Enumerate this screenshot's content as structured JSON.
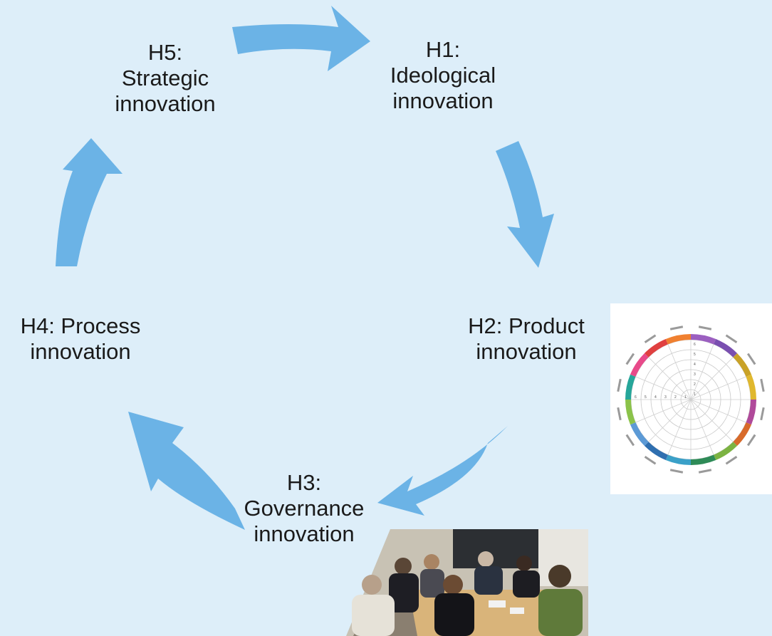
{
  "colors": {
    "background": "#ddeef9",
    "arrow": "#6bb3e6",
    "text": "#1a1a1a"
  },
  "cycle": {
    "h5": {
      "line1": "H5:",
      "line2": "Strategic",
      "line3": "innovation"
    },
    "h1": {
      "line1": "H1:",
      "line2": "Ideological",
      "line3": "innovation"
    },
    "h2": {
      "line1": "H2: Product",
      "line2": "innovation"
    },
    "h3": {
      "line1": "H3:",
      "line2": "Governance",
      "line3": "innovation"
    },
    "h4": {
      "line1": "H4: Process",
      "line2": "innovation"
    }
  },
  "wheel": {
    "segment_colors": [
      "#9b5fc0",
      "#7a4fb0",
      "#c9a227",
      "#e0b82e",
      "#b04a9a",
      "#d86a2a",
      "#7cb342",
      "#2e8b57",
      "#3aa0c8",
      "#2f6fb0",
      "#5c9ad6",
      "#8bc34a",
      "#26a69a",
      "#e84a8a",
      "#e04040",
      "#f08030"
    ],
    "scale_labels": [
      "6",
      "5",
      "4",
      "3",
      "2",
      "1"
    ]
  }
}
